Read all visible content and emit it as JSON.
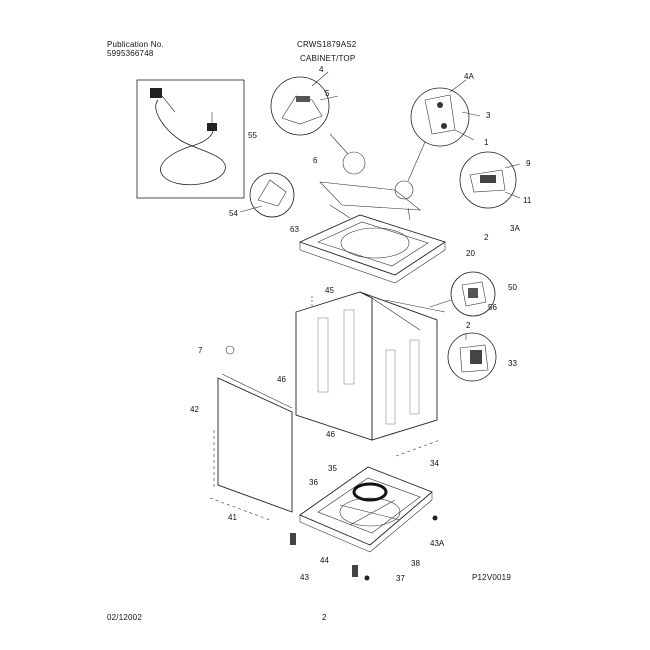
{
  "header": {
    "publication_label": "Publication No.",
    "publication_number": "5995366748",
    "model": "CRWS1879AS2",
    "section": "CABINET/TOP"
  },
  "footer": {
    "date": "02/12002",
    "page": "2",
    "figure_code": "P12V0019"
  },
  "part_labels": [
    "4",
    "5",
    "4A",
    "3",
    "1",
    "55",
    "6",
    "9",
    "11",
    "3A",
    "54",
    "63",
    "2",
    "20",
    "45",
    "50",
    "56",
    "2",
    "33",
    "7",
    "46",
    "42",
    "46",
    "35",
    "36",
    "34",
    "41",
    "44",
    "43",
    "38",
    "43A",
    "37"
  ]
}
